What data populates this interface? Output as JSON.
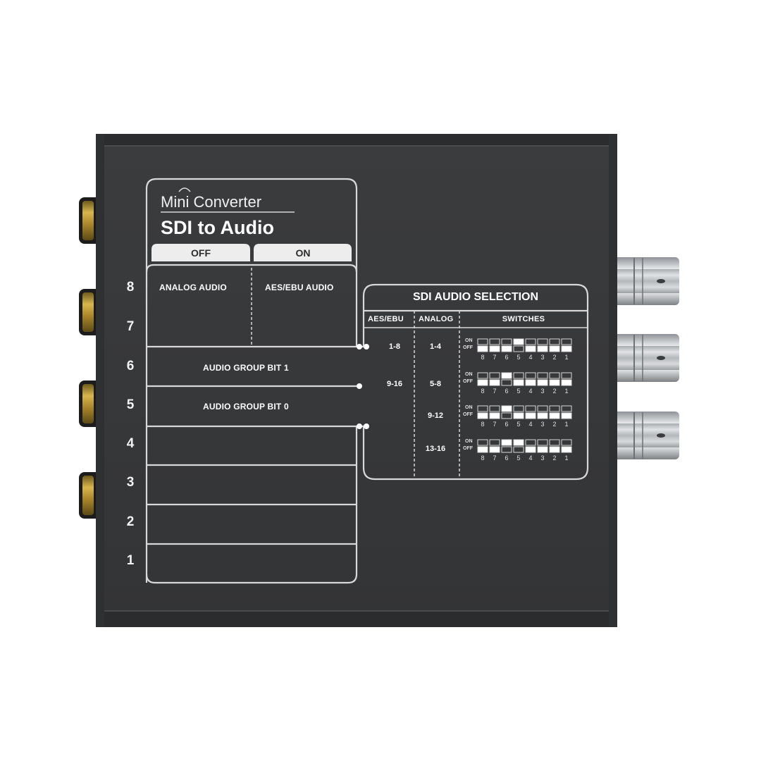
{
  "panel": {
    "brand_line": "Mini Converter",
    "product_name": "SDI to Audio",
    "switch_header": {
      "off": "OFF",
      "on": "ON"
    },
    "row8_options": {
      "off": "ANALOG AUDIO",
      "on": "AES/EBU AUDIO"
    },
    "row6_label": "AUDIO GROUP BIT 1",
    "row5_label": "AUDIO GROUP BIT 0",
    "switch_numbers": [
      "8",
      "7",
      "6",
      "5",
      "4",
      "3",
      "2",
      "1"
    ]
  },
  "selection_table": {
    "title": "SDI AUDIO SELECTION",
    "columns": {
      "aes": "AES/EBU",
      "analog": "ANALOG",
      "switches": "SWITCHES"
    },
    "on_label": "ON",
    "off_label": "OFF",
    "rows": [
      {
        "aes": "1-8",
        "analog": "1-4",
        "switches_on": [
          5
        ],
        "switch_numbers": [
          "8",
          "7",
          "6",
          "5",
          "4",
          "3",
          "2",
          "1"
        ]
      },
      {
        "aes": "9-16",
        "analog": "5-8",
        "switches_on": [
          6
        ],
        "switch_numbers": [
          "8",
          "7",
          "6",
          "5",
          "4",
          "3",
          "2",
          "1"
        ]
      },
      {
        "aes": "",
        "analog": "9-12",
        "switches_on": [
          6
        ],
        "switch_numbers": [
          "8",
          "7",
          "6",
          "5",
          "4",
          "3",
          "2",
          "1"
        ]
      },
      {
        "aes": "",
        "analog": "13-16",
        "switches_on": [
          5,
          6
        ],
        "switch_numbers": [
          "8",
          "7",
          "6",
          "5",
          "4",
          "3",
          "2",
          "1"
        ]
      }
    ]
  },
  "colors": {
    "device_body": "#37383a",
    "panel_line": "#d8d8d8",
    "text": "#ffffff",
    "gold": "#b9962e",
    "bnc_metal": "#b8bcbf"
  },
  "icons": [
    "rca-connector-icon",
    "bnc-connector-icon",
    "dip-switch-icon",
    "connector-dot-icon"
  ]
}
